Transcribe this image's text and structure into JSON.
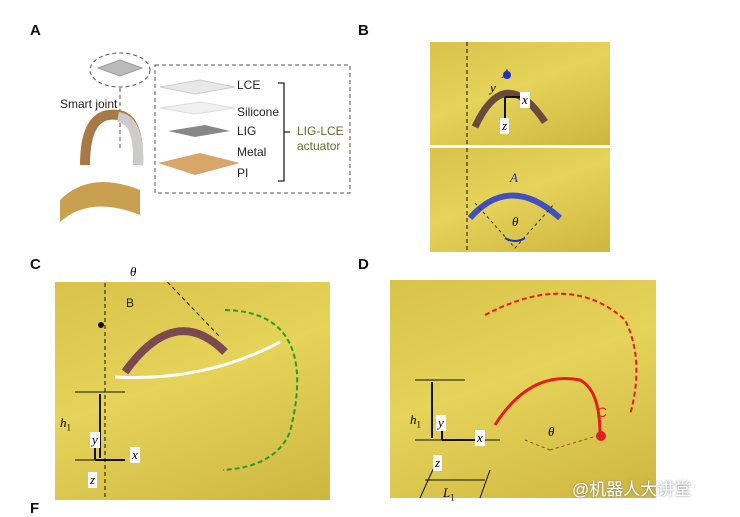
{
  "panels": {
    "a": "A",
    "b": "B",
    "c": "C",
    "d": "D",
    "f": "F"
  },
  "panel_a": {
    "smart_joint": "Smart joint",
    "layers": [
      "LCE",
      "Silicone",
      "LIG",
      "Metal",
      "PI"
    ],
    "actuator_line1": "LIG-LCE",
    "actuator_line2": "actuator"
  },
  "panel_b": {
    "point": "A",
    "y": "y",
    "x": "x",
    "z": "z",
    "theta": "θ"
  },
  "panel_c": {
    "theta": "θ",
    "point": "B",
    "h": "h",
    "h_sub": "1",
    "y": "y",
    "x": "x",
    "z": "z"
  },
  "panel_d": {
    "point": "C",
    "theta": "θ",
    "h": "h",
    "h_sub": "1",
    "y": "y",
    "x": "x",
    "z": "z",
    "L": "L",
    "L_sub": "1"
  },
  "watermark": "@机器人大讲堂",
  "colors": {
    "photo": "#dcc84e",
    "red": "#e02020",
    "green": "#2a9a2a",
    "blue": "#2030c0"
  }
}
